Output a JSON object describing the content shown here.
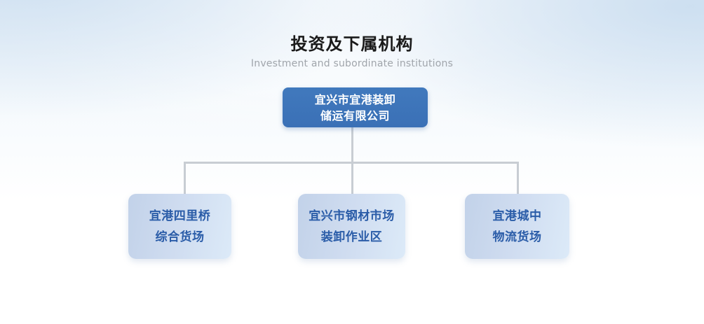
{
  "heading": {
    "title": "投资及下属机构",
    "subtitle": "Investment and subordinate institutions"
  },
  "colors": {
    "root_node_fill": "#3d75bb",
    "root_node_text": "#ffffff",
    "child_node_fill_start": "#c2d2e9",
    "child_node_fill_end": "#dceaf8",
    "child_node_text": "#2a5ca8",
    "connector_line": "#c8cdd3",
    "title_text": "#1a1a1a",
    "subtitle_text": "#a0a5ab",
    "background_top": "#eef4fa",
    "background_bottom": "#ffffff"
  },
  "org_chart": {
    "root": {
      "lines": [
        "宜兴市宜港装卸",
        "储运有限公司"
      ],
      "full_name": "宜兴市宜港装卸储运有限公司"
    },
    "children": [
      {
        "lines": [
          "宜港四里桥",
          "综合货场"
        ],
        "full_name": "宜港四里桥综合货场"
      },
      {
        "lines": [
          "宜兴市钢材市场",
          "装卸作业区"
        ],
        "full_name": "宜兴市钢材市场装卸作业区"
      },
      {
        "lines": [
          "宜港城中",
          "物流货场"
        ],
        "full_name": "宜港城中物流货场"
      }
    ]
  }
}
